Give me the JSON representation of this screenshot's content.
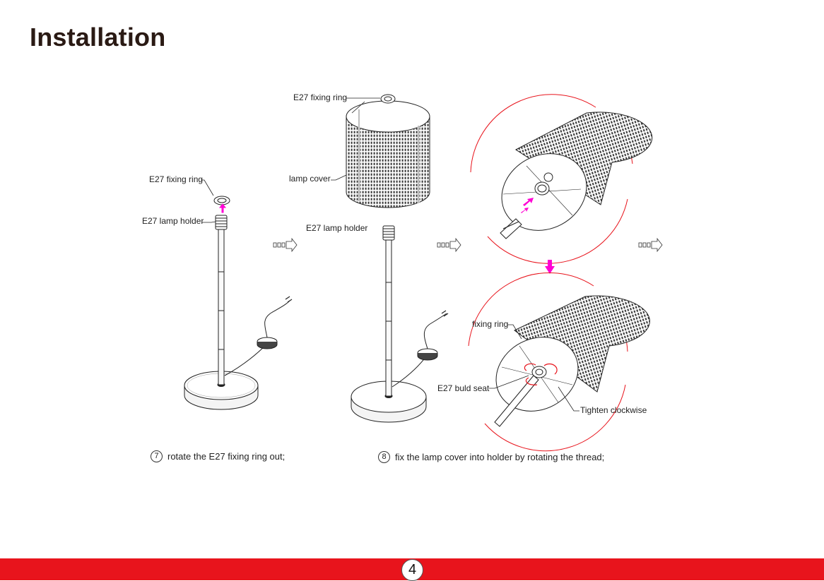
{
  "page": {
    "title": "Installation",
    "page_number": "4"
  },
  "colors": {
    "footer_bar": "#e8141c",
    "arrow_magenta": "#ff00d4",
    "highlight_red": "#e8141c"
  },
  "step7": {
    "number": "7",
    "caption": "rotate the E27 fixing ring out;",
    "labels": {
      "fixing_ring": "E27 fixing ring",
      "lamp_holder": "E27 lamp holder"
    }
  },
  "step8": {
    "number": "8",
    "caption": "fix the lamp cover into holder by rotating the thread;",
    "labels": {
      "fixing_ring": "E27 fixing ring",
      "lamp_cover": "lamp cover",
      "lamp_holder": "E27 lamp holder",
      "detail_fixing_ring": "fixing ring",
      "bulb_seat": "E27 buld seat",
      "tighten": "Tighten clockwise"
    }
  },
  "flow_arrows": [
    "next-step-arrow",
    "next-step-arrow",
    "next-step-arrow"
  ]
}
